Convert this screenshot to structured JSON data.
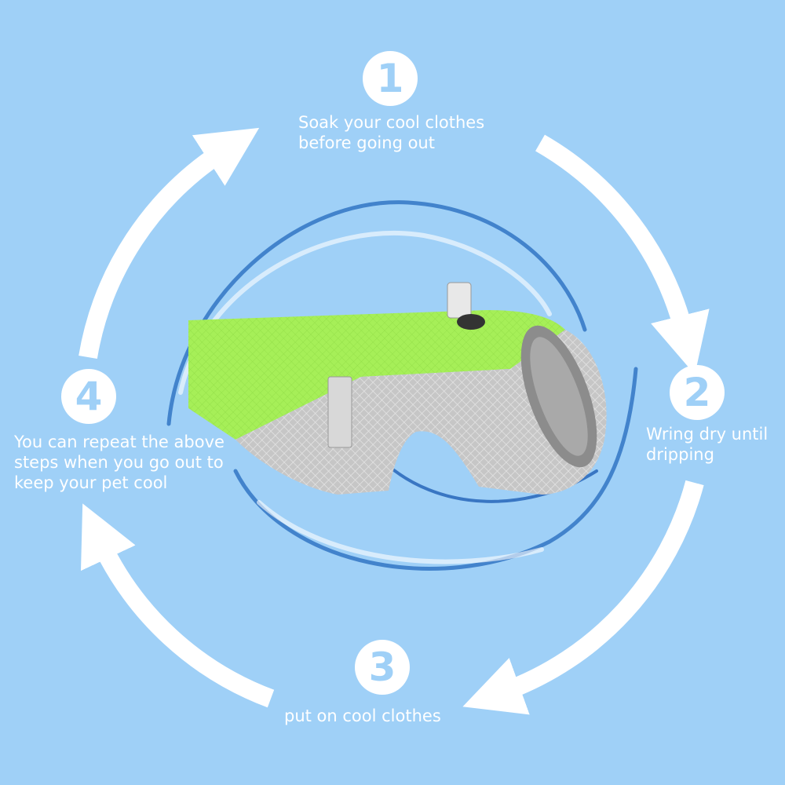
{
  "colors": {
    "background": "#9fd0f7",
    "arrow": "#ffffff",
    "vest_green": "#a8f05a",
    "vest_gray": "#c9c9c9",
    "water": "#2a6fc0"
  },
  "steps": [
    {
      "number": "1",
      "text": "Soak your cool clothes\nbefore going out"
    },
    {
      "number": "2",
      "text": "Wring dry until\ndripping"
    },
    {
      "number": "3",
      "text": "put on cool clothes"
    },
    {
      "number": "4",
      "text": "You can repeat the above\nsteps when you go out to\nkeep your pet cool"
    }
  ]
}
